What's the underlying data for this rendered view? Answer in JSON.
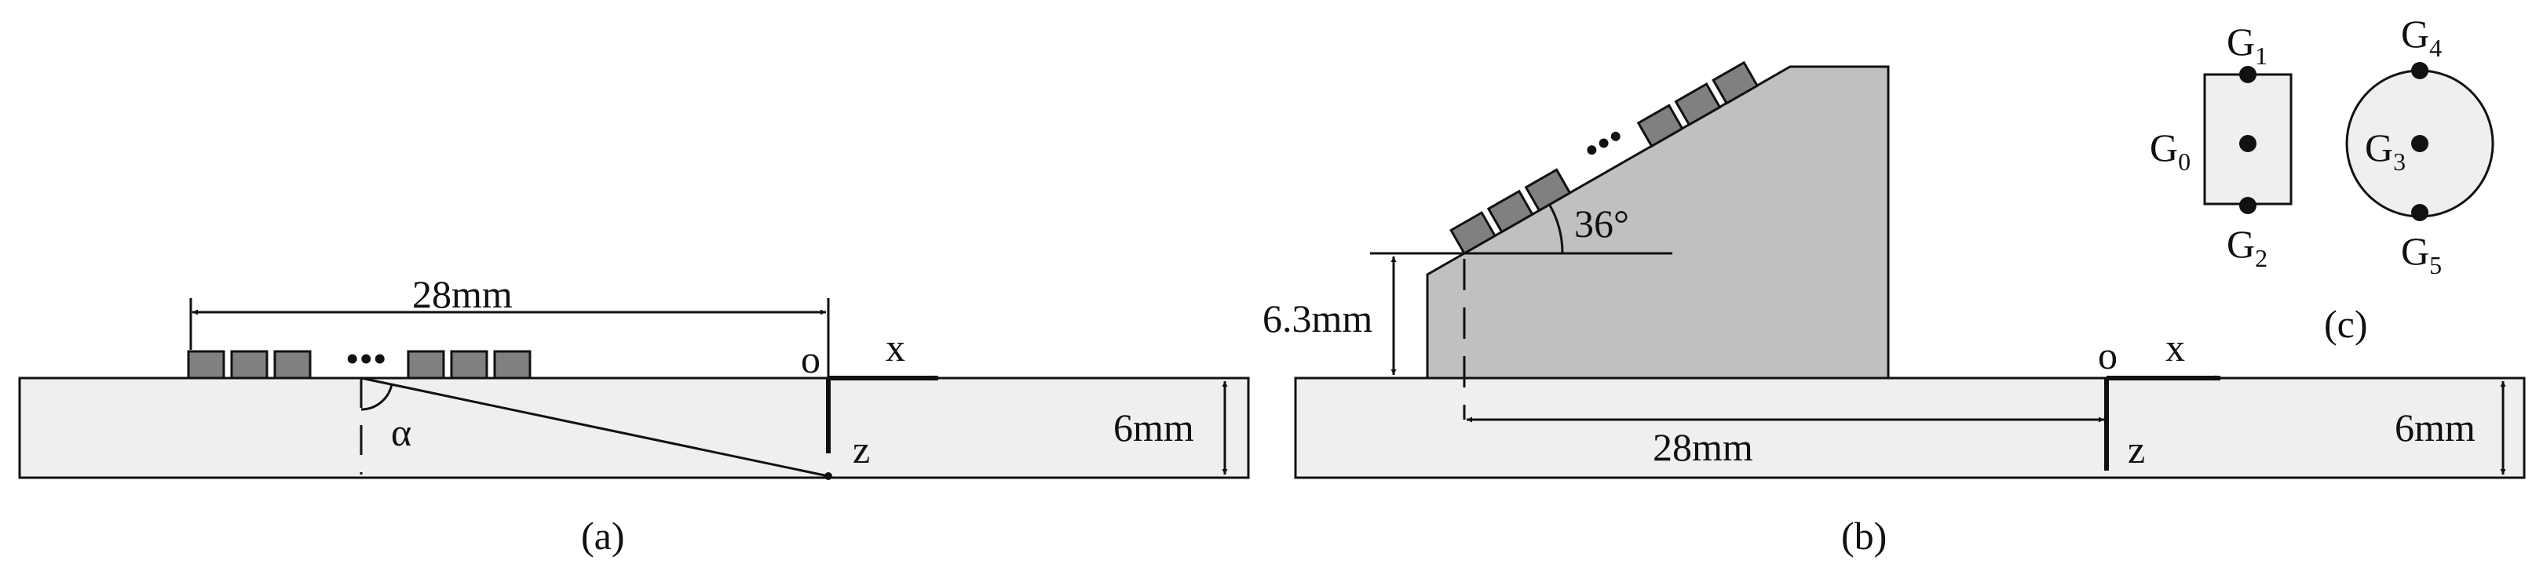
{
  "panel_a": {
    "caption": "(a)",
    "dim_length": "28mm",
    "dim_thickness": "6mm",
    "angle_label": "α",
    "origin_label": "o",
    "x_label": "x",
    "z_label": "z",
    "ellipsis": "•••"
  },
  "panel_b": {
    "caption": "(b)",
    "dim_length": "28mm",
    "dim_thickness": "6mm",
    "dim_height": "6.3mm",
    "angle_label": "36°",
    "origin_label": "o",
    "x_label": "x",
    "z_label": "z",
    "ellipsis": "•••"
  },
  "panel_c": {
    "caption": "(c)",
    "labels": [
      {
        "base": "G",
        "sub": "1"
      },
      {
        "base": "G",
        "sub": "0"
      },
      {
        "base": "G",
        "sub": "2"
      },
      {
        "base": "G",
        "sub": "4"
      },
      {
        "base": "G",
        "sub": "3"
      },
      {
        "base": "G",
        "sub": "5"
      }
    ]
  },
  "colors": {
    "plate_fill": "#efefef",
    "wedge_fill": "#c0c0c0",
    "element_fill": "#808080",
    "stroke": "#111111"
  }
}
